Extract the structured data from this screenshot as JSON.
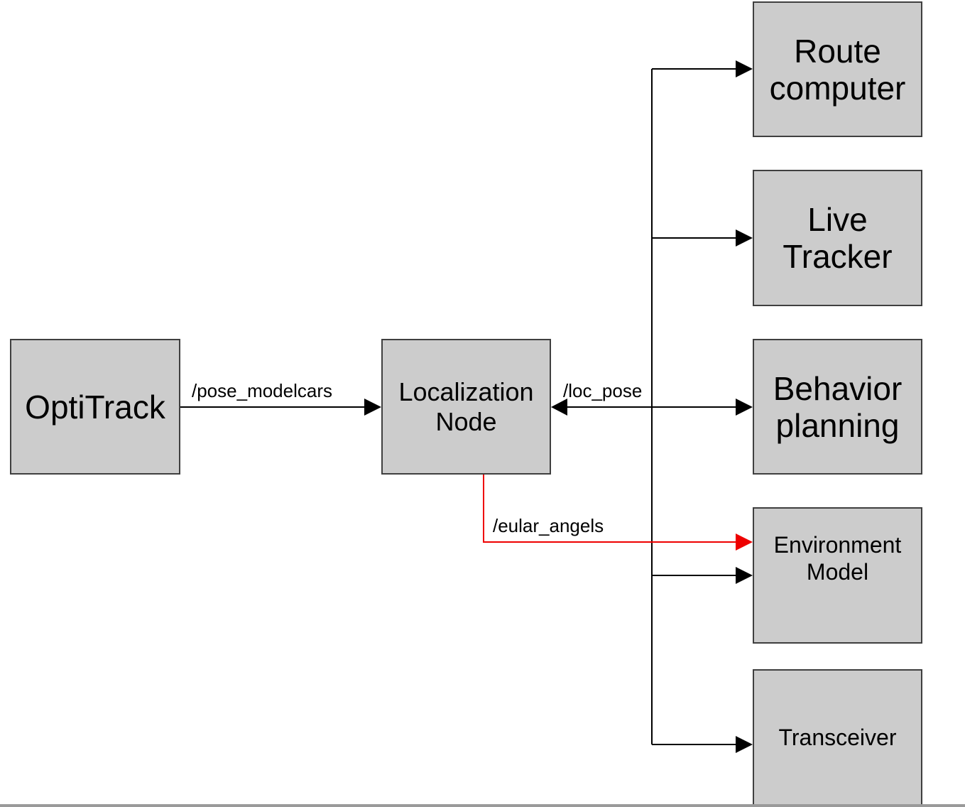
{
  "nodes": {
    "optitrack": {
      "label": "OptiTrack"
    },
    "localization": {
      "line1": "Localization",
      "line2": "Node"
    },
    "route_computer": {
      "line1": "Route",
      "line2": "computer"
    },
    "live_tracker": {
      "line1": "Live",
      "line2": "Tracker"
    },
    "behavior_planning": {
      "line1": "Behavior",
      "line2": "planning"
    },
    "environment_model": {
      "line1": "Environment",
      "line2": "Model"
    },
    "transceiver": {
      "label": "Transceiver"
    }
  },
  "edges": {
    "pose_modelcars": {
      "label": "/pose_modelcars",
      "color": "#000000"
    },
    "loc_pose": {
      "label": "/loc_pose",
      "color": "#000000"
    },
    "eular_angels": {
      "label": "/eular_angels",
      "color": "#ee0000"
    }
  }
}
